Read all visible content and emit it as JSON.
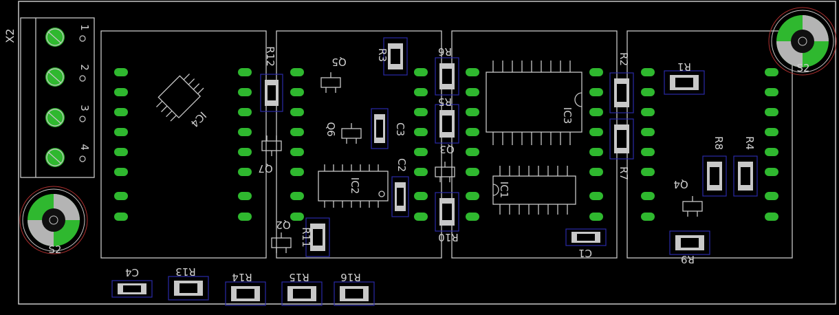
{
  "colors": {
    "background": "#000000",
    "silk": "#c8c8c8",
    "pad_green": "#2fb82f",
    "pad_silver": "#b4b4b4",
    "hole": "#101010",
    "outline_blue": "#2a2aa8",
    "hole_ring_red": "#b03030"
  },
  "labels": {
    "x2": "X2",
    "pin1": "1",
    "pin2": "2",
    "pin3": "3",
    "pin4": "4",
    "s2_left": "S2",
    "s2_right": "S2",
    "r12": "R12",
    "q5": "Q5",
    "r3": "R3",
    "r6": "R6",
    "r2": "R2",
    "r1": "R1",
    "ic4": "IC4",
    "q6": "Q6",
    "c3": "C3",
    "r5": "R5",
    "ic3": "IC3",
    "q7": "Q7",
    "c2": "C2",
    "q3": "Q3",
    "r8": "R8",
    "r4": "R4",
    "ic2": "IC2",
    "ic1": "IC1",
    "r7": "R7",
    "q4": "Q4",
    "q2": "Q2",
    "r11": "R11",
    "r10": "R10",
    "c1": "C1",
    "r9": "R9",
    "c4": "C4",
    "r13": "R13",
    "r14": "R14",
    "r15": "R15",
    "r16": "R16"
  }
}
